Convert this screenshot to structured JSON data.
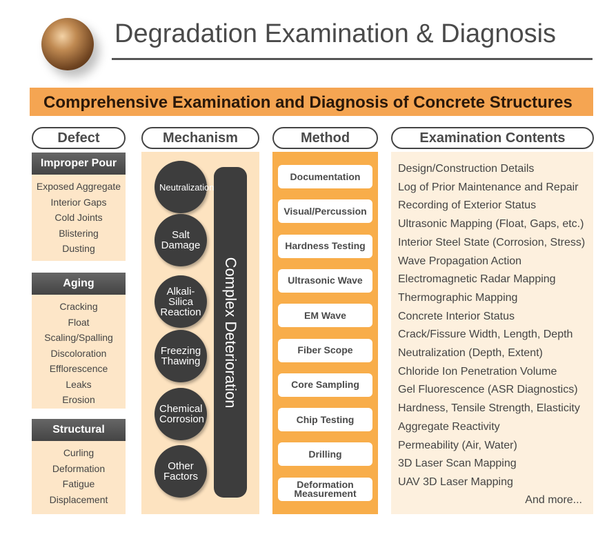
{
  "title": "Degradation Examination & Diagnosis",
  "banner": "Comprehensive Examination and Diagnosis of Concrete Structures",
  "columns": {
    "defect": "Defect",
    "mechanism": "Mechanism",
    "method": "Method",
    "contents": "Examination Contents"
  },
  "defects": [
    {
      "heading": "Improper Pour",
      "items": [
        "Exposed Aggregate",
        "Interior Gaps",
        "Cold Joints",
        "Blistering",
        "Dusting"
      ]
    },
    {
      "heading": "Aging",
      "items": [
        "Cracking",
        "Float",
        "Scaling/Spalling",
        "Discoloration",
        "Efflorescence",
        "Leaks",
        "Erosion"
      ]
    },
    {
      "heading": "Structural",
      "items": [
        "Curling",
        "Deformation",
        "Fatigue",
        "Displacement"
      ]
    }
  ],
  "mechanisms": [
    "Neutralization",
    "Salt Damage",
    "Alkali-Silica Reaction",
    "Freezing Thawing",
    "Chemical Corrosion",
    "Other Factors"
  ],
  "complex": "Complex Deterioration",
  "methods": [
    "Documentation",
    "Visual/Percussion",
    "Hardness Testing",
    "Ultrasonic Wave",
    "EM Wave",
    "Fiber Scope",
    "Core Sampling",
    "Chip Testing",
    "Drilling",
    "Deformation Measurement"
  ],
  "contents": [
    "Design/Construction Details",
    "Log of Prior Maintenance and Repair",
    "Recording of Exterior Status",
    "Ultrasonic Mapping (Float, Gaps, etc.)",
    "Interior Steel State (Corrosion, Stress)",
    "Wave Propagation Action",
    "Electromagnetic Radar Mapping",
    "Thermographic Mapping",
    "Concrete Interior Status",
    "Crack/Fissure Width, Length, Depth",
    "Neutralization (Depth, Extent)",
    "Chloride Ion Penetration Volume",
    "Gel Fluorescence (ASR Diagnostics)",
    "Hardness, Tensile Strength, Elasticity",
    "Aggregate Reactivity",
    "Permeability (Air, Water)",
    "3D Laser Scan Mapping",
    "UAV 3D Laser Mapping"
  ],
  "and_more": "And more..."
}
